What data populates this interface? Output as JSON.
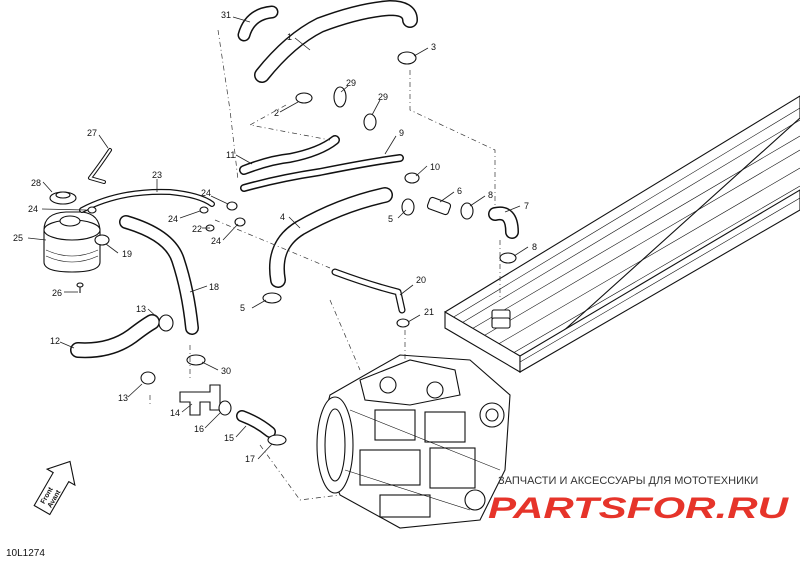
{
  "figure_ref": "10L1274",
  "front_arrow": {
    "line1": "Front",
    "line2": "Avant"
  },
  "watermark": {
    "tagline": "ЗАПЧАСТИ И АКСЕССУАРЫ ДЛЯ МОТОТЕХНИКИ",
    "logo": "PARTSFOR.RU"
  },
  "callouts": [
    {
      "label": "31"
    },
    {
      "label": "1"
    },
    {
      "label": "3"
    },
    {
      "label": "29"
    },
    {
      "label": "29"
    },
    {
      "label": "2"
    },
    {
      "label": "27"
    },
    {
      "label": "9"
    },
    {
      "label": "11"
    },
    {
      "label": "10"
    },
    {
      "label": "23"
    },
    {
      "label": "28"
    },
    {
      "label": "24"
    },
    {
      "label": "6"
    },
    {
      "label": "8"
    },
    {
      "label": "7"
    },
    {
      "label": "24"
    },
    {
      "label": "24"
    },
    {
      "label": "22"
    },
    {
      "label": "24"
    },
    {
      "label": "4"
    },
    {
      "label": "5"
    },
    {
      "label": "25"
    },
    {
      "label": "19"
    },
    {
      "label": "8"
    },
    {
      "label": "20"
    },
    {
      "label": "26"
    },
    {
      "label": "18"
    },
    {
      "label": "5"
    },
    {
      "label": "21"
    },
    {
      "label": "13"
    },
    {
      "label": "12"
    },
    {
      "label": "30"
    },
    {
      "label": "13"
    },
    {
      "label": "14"
    },
    {
      "label": "16"
    },
    {
      "label": "15"
    },
    {
      "label": "17"
    }
  ]
}
